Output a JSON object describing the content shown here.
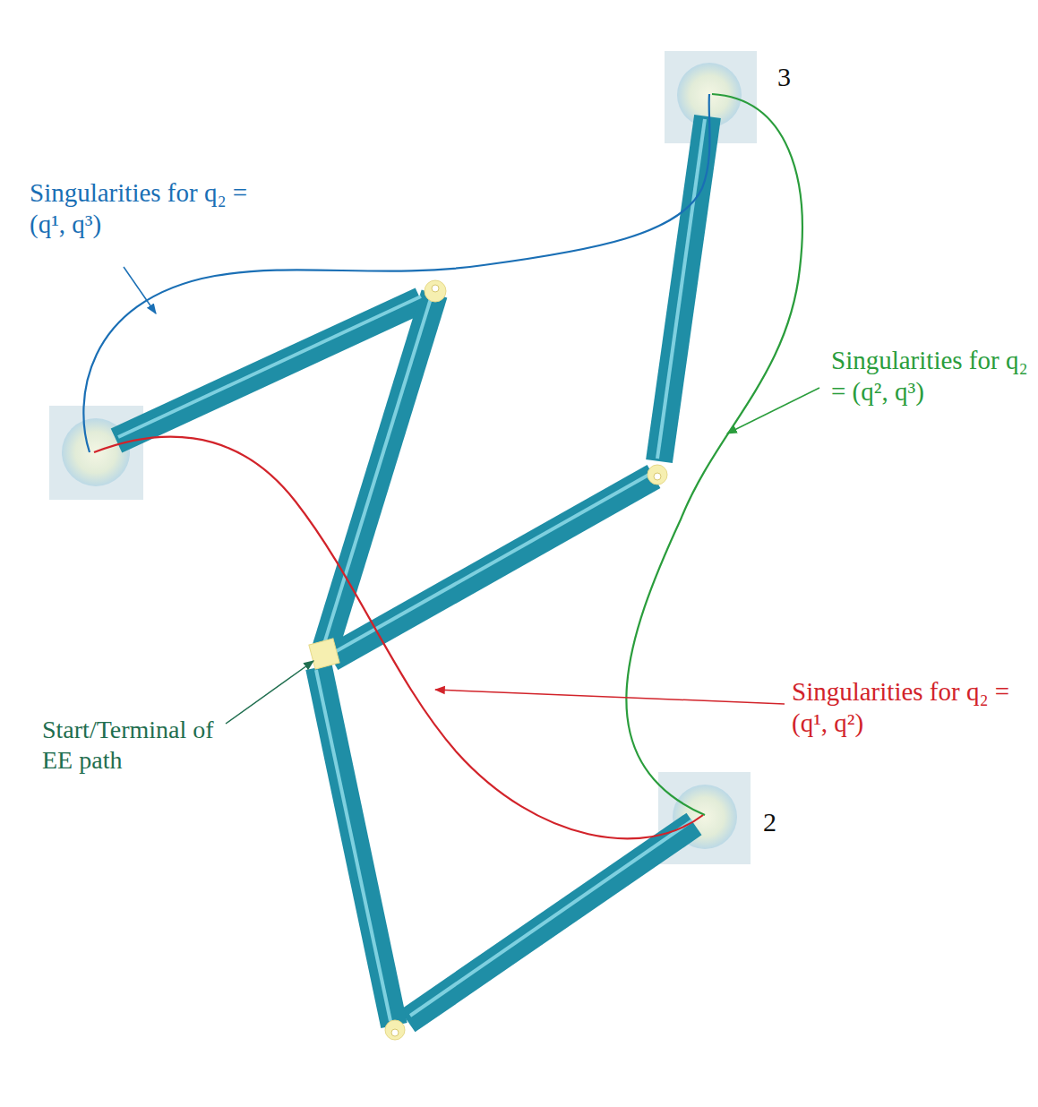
{
  "diagram": {
    "labels": [
      "3",
      "Singularities for q₂ = (q¹, q³)",
      "Singularities for q₂ = (q², q³)",
      "Singularities for q₂ = (q¹, q²)",
      "Start/Terminal of EE path",
      "2"
    ]
  }
}
